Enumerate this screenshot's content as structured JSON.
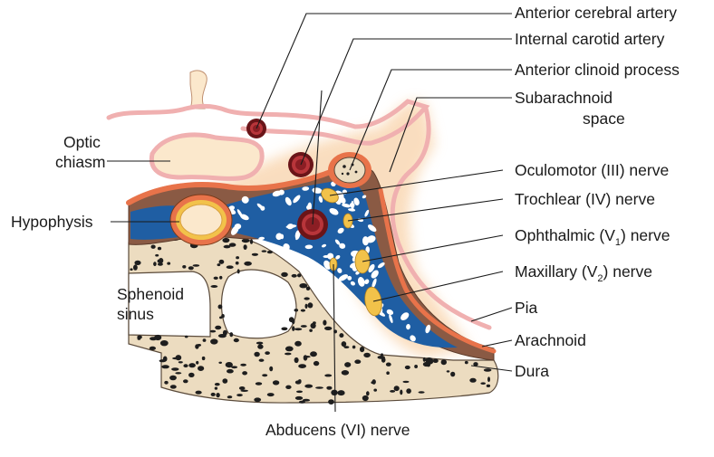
{
  "labels": {
    "anterior_cerebral_artery": "Anterior cerebral artery",
    "internal_carotid_artery": "Internal carotid artery",
    "anterior_clinoid_process": "Anterior clinoid process",
    "subarachnoid_line1": "Subarachnoid",
    "subarachnoid_line2": "space",
    "optic_line1": "Optic",
    "optic_line2": "chiasm",
    "hypophysis": "Hypophysis",
    "oculomotor": "Oculomotor (III) nerve",
    "trochlear": "Trochlear (IV) nerve",
    "ophthalmic_pre": "Ophthalmic (V",
    "ophthalmic_sub": "1",
    "ophthalmic_post": ") nerve",
    "maxillary_pre": "Maxillary (V",
    "maxillary_sub": "2",
    "maxillary_post": ") nerve",
    "sphenoid_line1": "Sphenoid",
    "sphenoid_line2": "sinus",
    "pia": "Pia",
    "arachnoid": "Arachnoid",
    "dura": "Dura",
    "abducens": "Abducens (VI) nerve"
  },
  "colors": {
    "bone": "#ecdcc0",
    "bone_pore": "#1e1e1e",
    "dura": "#8a5a44",
    "arachnoid": "#e8734a",
    "pia": "#f0c8c8",
    "brain_tissue": "#fbe8cc",
    "venous_blood": "#1f5ea3",
    "artery": "#8b1e24",
    "nerve": "#f2c24a",
    "glow": "#f9d8b4"
  }
}
